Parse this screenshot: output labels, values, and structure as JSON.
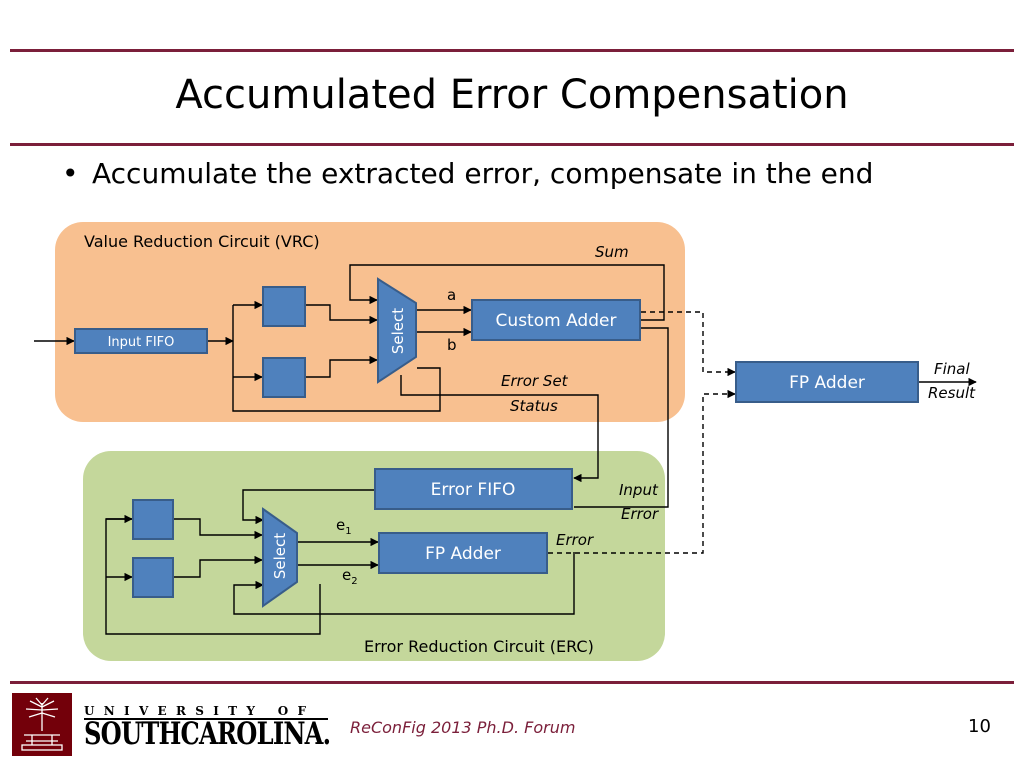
{
  "slide": {
    "title": "Accumulated Error Compensation",
    "bullet": "Accumulate the extracted error, compensate in the end",
    "page_number": "10",
    "footer": "ReConFig 2013 Ph.D. Forum"
  },
  "logo": {
    "top_text": "UNIVERSITY OF",
    "name": "SOUTHCAROLINA."
  },
  "diagram": {
    "vrc_label": "Value Reduction Circuit (VRC)",
    "erc_label": "Error Reduction Circuit (ERC)",
    "input_fifo": "Input FIFO",
    "select": "Select",
    "custom_adder": "Custom Adder",
    "fp_adder_final": "FP Adder",
    "error_fifo": "Error FIFO",
    "fp_adder_erc": "FP Adder",
    "label_a": "a",
    "label_b": "b",
    "label_sum": "Sum",
    "label_error_set": "Error Set",
    "label_status": "Status",
    "label_final": "Final",
    "label_result": "Result",
    "label_input": "Input",
    "label_error_in": "Error",
    "label_error_out": "Error",
    "e1_base": "e",
    "e1_sub": "1",
    "e2_base": "e",
    "e2_sub": "2"
  },
  "colors": {
    "accent": "#7b1f3a",
    "vrc_fill": "#f8c090",
    "erc_fill": "#c4d79b",
    "block_fill": "#4f81bd",
    "block_stroke": "#385d8a"
  }
}
